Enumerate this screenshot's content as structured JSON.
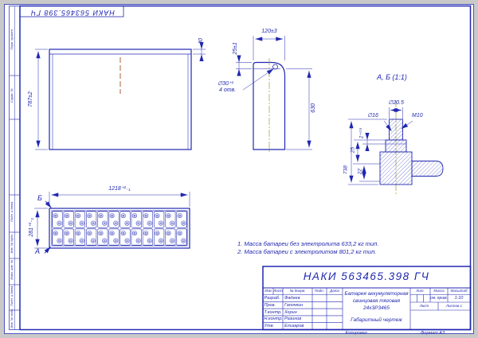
{
  "colors": {
    "line": "#2028b0",
    "centerline_brown": "#a2502a",
    "centerline_olive": "#9b9b30",
    "paper": "#ffffff"
  },
  "stamp": {
    "doc_number": "НАКИ 563465.398 ГЧ"
  },
  "left_strip": {
    "items": [
      "Перв. примен.",
      "Справ. №",
      "Подп. и дата",
      "Инв. № дубл.",
      "Взам. инв. №",
      "Подп. и дата",
      "Инв. № подл."
    ]
  },
  "front_view": {
    "dim_height": "787±2",
    "dim_flange": "40"
  },
  "side_view": {
    "dim_width": "120±3",
    "dim_top": "25±1",
    "hole_dia": "∅30⁺¹",
    "hole_qty": "4 отв.",
    "dim_height": "630"
  },
  "detail_view": {
    "title": "А, Б (1:1)",
    "dia_outer": "∅20.5",
    "dia_inner": "∅16",
    "thread": "М10",
    "dim_lip": "2⁺⁰·⁵",
    "dim_25": "25",
    "dim_22": "22",
    "dim_738": "738"
  },
  "plan_view": {
    "dim_length": "1218⁺²₋₁",
    "dim_width": "281⁺²₋₁",
    "marker_a": "А",
    "marker_b": "Б"
  },
  "notes": {
    "line1": "1. Масса батареи без электролита 633,2 кг тип.",
    "line2": "2. Масса батареи с электролитом 801,2 кг тип."
  },
  "title_block": {
    "doc_number": "НАКИ 563465.398 ГЧ",
    "headers": {
      "izm": "Изм",
      "list": "Лист",
      "doc": "№ докум.",
      "podp": "Подп.",
      "data": "Дата"
    },
    "rows": [
      {
        "role": "Разраб.",
        "name": "Фадеев"
      },
      {
        "role": "Пров.",
        "name": "Гапочкин"
      },
      {
        "role": "Т.контр.",
        "name": "Хорин"
      },
      {
        "role": "Н.контр.",
        "name": "Разинов"
      },
      {
        "role": "Утв.",
        "name": "Елизаров"
      }
    ],
    "description": {
      "line1": "Батарея аккумуляторная",
      "line2": "свинцовая тяговая",
      "line3": "24х3Р3465",
      "line4": "Габаритный чертеж"
    },
    "lit_label": "Лит.",
    "mass_label": "Масса",
    "scale_label": "Масштаб",
    "mass_value": "см. прим.",
    "scale_value": "1:10",
    "sheet_label": "Лист",
    "sheets_label": "Листов 1"
  },
  "footer": {
    "copied": "Копировал",
    "format": "Формат А3"
  }
}
